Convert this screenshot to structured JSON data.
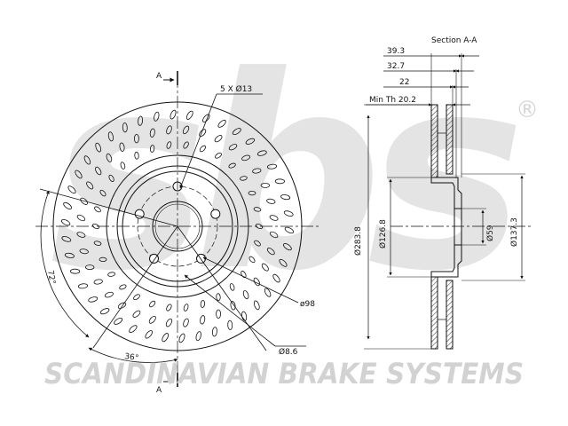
{
  "watermark": {
    "logo_text": "sbs",
    "registered_mark": "®",
    "tagline": "SCANDINAVIAN BRAKE SYSTEMS",
    "color": "#e4e4e4"
  },
  "front_view": {
    "section_marker_top": "A",
    "section_marker_bottom": "A",
    "bolt_callout": "5 X Ø13",
    "pcd_callout": "ø98",
    "hole_callout": "Ø8.6",
    "angle_72": "72°",
    "angle_36": "36°"
  },
  "section_view": {
    "title": "Section A-A",
    "dim_39_3": "39.3",
    "dim_32_7": "32.7",
    "dim_22": "22",
    "min_thickness": "Min Th 20.2",
    "dia_283_8": "Ø283.8",
    "dia_126_8": "Ø126.8",
    "dia_59": "Ø59",
    "dia_137_3": "Ø137.3"
  },
  "colors": {
    "line": "#111111",
    "hatch": "#333333"
  }
}
